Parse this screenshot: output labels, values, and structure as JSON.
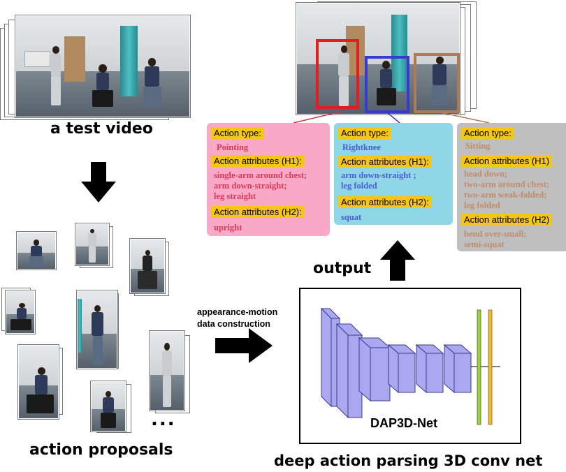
{
  "captions": {
    "test_video": "a test video",
    "action_proposals": "action proposals",
    "output": "output",
    "net_full": "deep action parsing 3D conv net",
    "data_construction_line1": "appearance-motion",
    "data_construction_line2": "data construction",
    "net_name": "DAP3D-Net",
    "ellipsis": "..."
  },
  "panels": [
    {
      "color": "#f9a9c8",
      "text_color": "#d83a55",
      "action_type_label": "Action type:",
      "action_type": "Pointing",
      "h1_label": "Action attributes (H1):",
      "h1_values": [
        "single-arm around chest;",
        "arm down-straight;",
        "leg straight"
      ],
      "h2_label": "Action attributes (H2):",
      "h2_values": [
        "upright"
      ]
    },
    {
      "color": "#8fd6e6",
      "text_color": "#4a5ed8",
      "action_type_label": "Action type:",
      "action_type": "Rightknee",
      "h1_label": "Action attributes (H1):",
      "h1_values": [
        "arm down-straight ;",
        "leg folded"
      ],
      "h2_label": "Action attributes (H2):",
      "h2_values": [
        "squat"
      ]
    },
    {
      "color": "#bfbfbf",
      "text_color": "#c08c6a",
      "action_type_label": "Action type:",
      "action_type": "Sitting",
      "h1_label": "Action attributes (H1)",
      "h1_values": [
        "head down;",
        "two-arm around chest;",
        "two-arm weak-folded;",
        "leg folded"
      ],
      "h2_label": "Action attributes (H2)",
      "h2_values": [
        "bend over-small;",
        "semi-squat"
      ]
    }
  ],
  "colors": {
    "box_red": "#e02020",
    "box_blue": "#3a3ad0",
    "box_brown": "#b07a5a",
    "net_block": "#a9a8f0",
    "net_block_stroke": "#3a3a8a",
    "fc_green": "#9bd13a",
    "fc_yellow": "#f4b92a"
  }
}
